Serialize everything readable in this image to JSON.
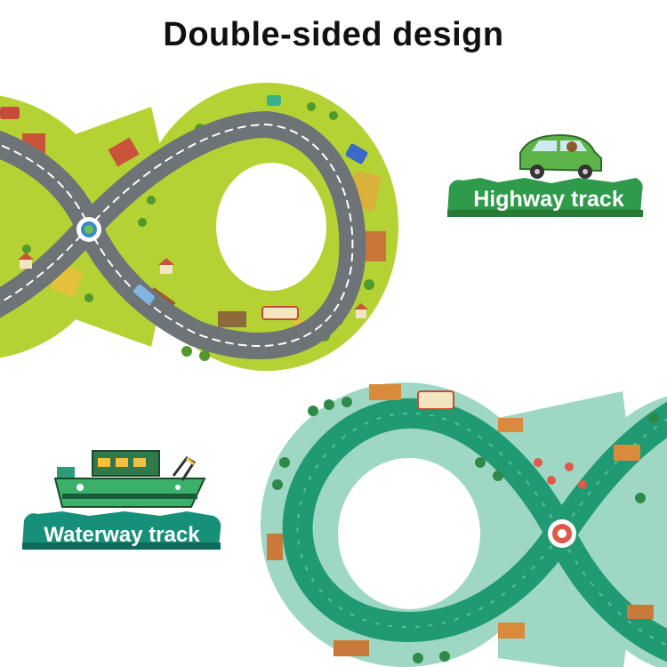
{
  "title": "Double-sided design",
  "highway_label": "Highway track",
  "waterway_label": "Waterway track",
  "colors": {
    "grass": "#b5d234",
    "grass_dark": "#8dba2a",
    "road": "#6e7377",
    "road_line": "#ffffff",
    "water_bank": "#9ed8c4",
    "water": "#1f9a72",
    "label_green": "#2e9a4a",
    "label_teal": "#17907a"
  }
}
